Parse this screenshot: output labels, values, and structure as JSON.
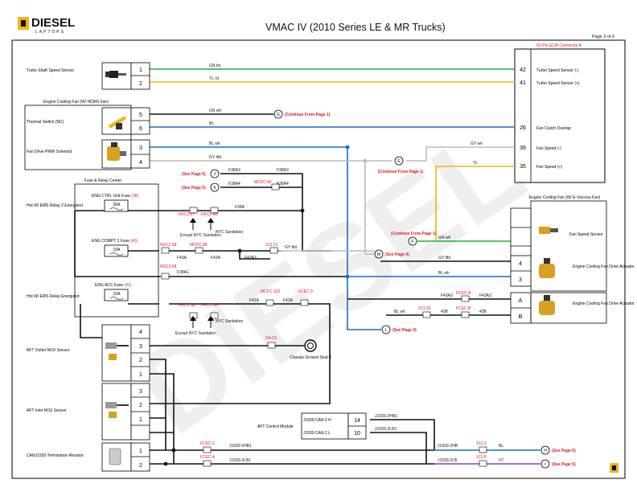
{
  "header": {
    "logo_text": "DIESEL",
    "logo_subtext": "LAPTOPS",
    "title": "VMAC IV (2010 Series LE & MR Trucks)",
    "page": "Page 3 of 9"
  },
  "colors": {
    "green": "#22aa44",
    "yellow": "#f2b51a",
    "blue": "#1a6fbd",
    "black": "#111111",
    "grey": "#bbbbbb",
    "violet": "#8a3fc4",
    "red": "#d9181f",
    "border": "#000000"
  },
  "ecm": {
    "title": "62-Pin ECM Connector A",
    "pins": [
      {
        "pin": "42",
        "label": "Turbo Speed Sensor (-)"
      },
      {
        "pin": "41",
        "label": "Turbo Speed Sensor (+)"
      },
      {
        "pin": "26",
        "label": "Fan Clutch Overlap"
      },
      {
        "pin": "39",
        "label": "Fan Speed (-)"
      },
      {
        "pin": "35",
        "label": "Fan Speed (+)"
      }
    ]
  },
  "components": {
    "turbo_sensor": "Turbo Shaft Speed Sensor",
    "fan_group": "Engine Cooling Fan (W/ HDMS Fan)",
    "thermal_switch": "Thermal Switch (NC)",
    "pwm_solenoid": "Fan Drive PMW Solenoid",
    "fuse_center": "Fuse & Relay Center",
    "relay2": "Hot W/ EMS Relay 2 Energized",
    "relay_hot": "Hot W/ EMS Relay Energized",
    "aft_outlet": "AFT Outlet NOX Sensor",
    "aft_inlet": "AFT Inlet NOX Sensor",
    "can_resistor": "CANJ1939 Termination Resistor",
    "viscous_group": "Engine Cooling Fan (W/ E-Viscous Fan)",
    "fan_speed_sensor": "Fan Speed Sensor",
    "actuator1": "Engine Cooling Fan Drive Actuator",
    "actuator2": "Engine Cooling Fan Drive Actuator",
    "chassis_ground": "Chassis Ground Stud 4",
    "aft_module": "AFT Control Module"
  },
  "fuses": {
    "f1_name": "ENG CTRL Unit Fuse",
    "f1_num": "(38)",
    "f1_amp": "30A",
    "f2_name": "ENG COMPT 2 Fuse",
    "f2_num": "(43)",
    "f2_amp": "15A",
    "f3_name": "ENG ACC Fuse",
    "f3_num": "(41)",
    "f3_amp": "15A"
  },
  "pins": {
    "turbo": [
      "1",
      "2"
    ],
    "thermal": [
      "5",
      "6"
    ],
    "pwm": [
      "3",
      "4"
    ],
    "outlet": [
      "4",
      "3",
      "2",
      "1"
    ],
    "inlet": [
      "3",
      "2",
      "1"
    ],
    "resistor": [
      "1",
      "2"
    ],
    "viscous": [
      "4",
      "3"
    ],
    "actuator": [
      "A",
      "B"
    ],
    "aft": [
      "14",
      "10"
    ]
  },
  "wires": {
    "gn_bn": "GN bn",
    "yl_rd": "YL rd",
    "gn_wh": "GN wh",
    "bl": "BL",
    "bl_wh": "BL wh",
    "gy_ltbl": "GY ltbl",
    "gy_wh_ecm": "GY wh",
    "yl_ecm": "YL",
    "f38a3_l": "F38A3",
    "f38a3_r": "F38A3",
    "f38a4_l": "F38A4",
    "f38a4_r": "F38A4",
    "f38a": "F38A",
    "f43a": "F43A",
    "f43a_mid": "F43A",
    "f43a2": "F43A2",
    "gy_ltbl_mid": "GY ltbl",
    "f38a1": "F38A1",
    "gn_wh_right": "GN wh",
    "gy_ltbl_right": "GY ltbl",
    "bl_wh_right": "BL wh",
    "f41a_l": "F41A",
    "f41a_r": "F41A",
    "f43a3_l": "F43A3",
    "f43a3_r": "F43A3",
    "bl_wh_act": "BL wh",
    "w43b_l": "43B",
    "w43b_r": "43B",
    "can_h_mod": "J1939-2HN1",
    "can_l_mod": "J1939-2LN1",
    "can_2hb": "J1939-2HB",
    "can_2lb": "J1939-2LB",
    "can_2hb1": "J1939-2HB1",
    "can_2lb1": "J1939-2LB1",
    "bl_can": "BL",
    "vt_can": "VT",
    "can_h_box": "J1939 CAN 2 H",
    "can_l_box": "J1939 CAN 2 L"
  },
  "connectors": {
    "mcfc49": "MCFC:49",
    "frc3_07": "FRC3:07",
    "frc2_r8": "FRC2:R8",
    "frc1_s8": "FRC1:S8",
    "mcfc95": "MCFC:95",
    "x11_21": "X11:21",
    "frc1_f8": "FRC1:F8",
    "mcfc102": "MCFC:102",
    "fcec3": "FCEC:3",
    "frc1_g5": "FRC1:G5",
    "frc2_g8": "FRC2:G8",
    "fcec_a": "FCEC:A",
    "x11_33": "X11:33",
    "fcec_b": "FCEC:B",
    "x4_c9": "X4:C9",
    "fcec2": "FCEC:2",
    "fcec4": "FCEC:4",
    "x11_3": "X11:3",
    "x11_6": "X11:6"
  },
  "notes": {
    "nyc_except_1": "Except NYC Sanitation",
    "nyc_1": "NYC Sanitation",
    "nyc_except_2": "Except NYC Sanitation",
    "nyc_2": "NYC Sanitation"
  },
  "refs": {
    "g_letter": "G",
    "g_text": "(Continue From Page 1)",
    "e_letter": "E",
    "e_text": "(Continue From Page 1)",
    "j_letter": "J",
    "j_text": "(See Page 6)",
    "k_letter": "K",
    "k_text": "(See Page 5)",
    "f_letter": "F",
    "f_text": "(Continue From Page 1)",
    "m_letter": "M",
    "m_text": "(See Page 4)",
    "l_letter": "L",
    "l_text": "(See Page 4)",
    "h_letter": "H",
    "h_text": "(See Page 5)",
    "i_letter": "I",
    "i_text": "(See Page 5)"
  }
}
